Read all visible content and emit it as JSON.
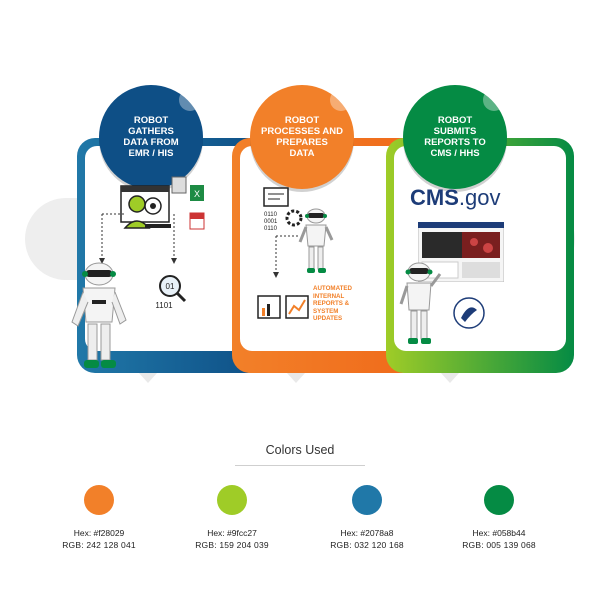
{
  "steps": [
    {
      "badge_text": "ROBOT\nGATHERS\nDATA FROM\nEMR / HIS",
      "color": "#2078a8",
      "dark": "#0e4f86"
    },
    {
      "badge_text": "ROBOT\nPROCESSES AND\nPREPARES\nDATA",
      "color": "#f28029",
      "dark": "#f06a1a",
      "note": "AUTOMATED\nINTERNAL\nREPORTS &\nSYSTEM\nUPDATES"
    },
    {
      "badge_text": "ROBOT\nSUBMITS\nREPORTS TO\nCMS / HHS",
      "color": "#9fcc27",
      "dark": "#058b44",
      "logo_text_a": "CMS",
      "logo_text_b": ".gov"
    }
  ],
  "legend": {
    "title": "Colors Used",
    "colors": [
      {
        "hex": "Hex: #f28029",
        "rgb": "RGB: 242  128  041",
        "swatch": "#f28029"
      },
      {
        "hex": "Hex: #9fcc27",
        "rgb": "RGB: 159  204  039",
        "swatch": "#9fcc27"
      },
      {
        "hex": "Hex: #2078a8",
        "rgb": "RGB: 032  120  168",
        "swatch": "#2078a8"
      },
      {
        "hex": "Hex: #058b44",
        "rgb": "RGB: 005  139  068",
        "swatch": "#058b44"
      }
    ]
  },
  "icons": [
    "robot-icon",
    "person-icon",
    "excel-file-icon",
    "pdf-file-icon",
    "binary-search-icon",
    "gears-icon",
    "report-chart-icon",
    "cms-website-icon",
    "hhs-seal-icon",
    "arrow-right-icon"
  ]
}
